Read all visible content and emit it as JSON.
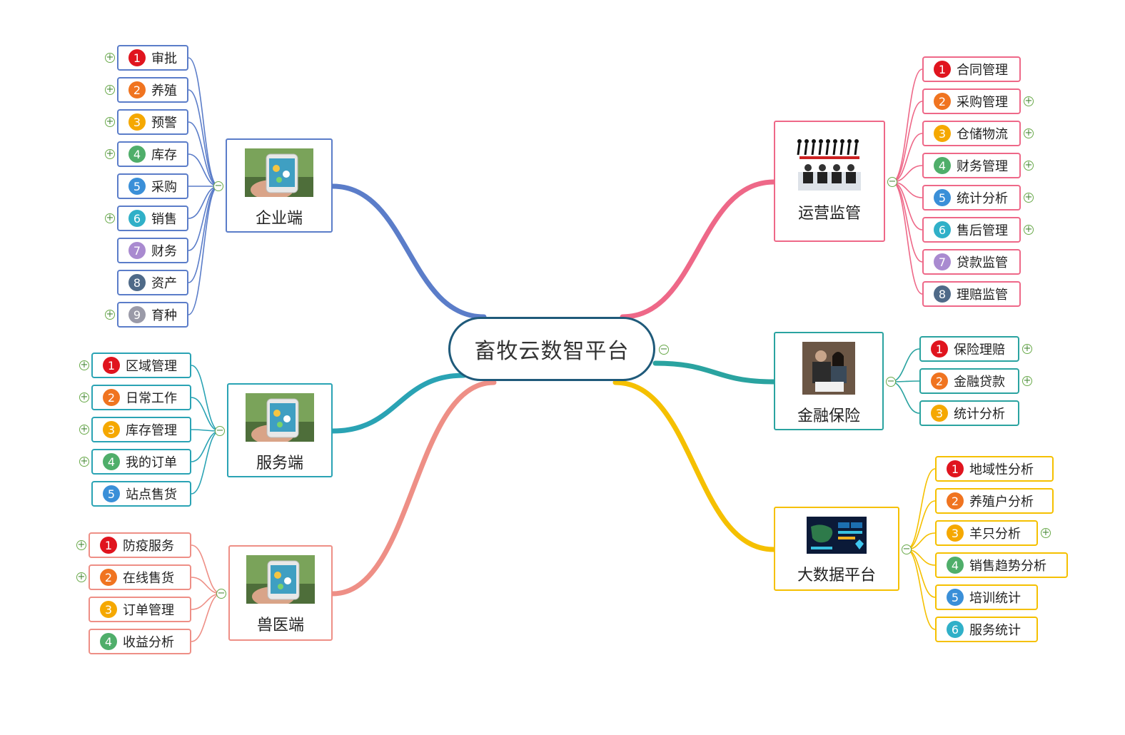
{
  "title": "畜牧云数智平台",
  "colors": {
    "center_border": "#1f5a7a",
    "num": [
      "#e0141e",
      "#f07420",
      "#f5a800",
      "#4fae6a",
      "#3a8fd8",
      "#30b0c8",
      "#a98ad0",
      "#4f6a88",
      "#9a9aa8"
    ],
    "expand_toggle": "#6aaa4a"
  },
  "branches": [
    {
      "id": "enterprise",
      "label": "企业端",
      "color": "#5b7dc9",
      "image": "phone-in-hand-image",
      "children": [
        {
          "n": "1",
          "label": "审批",
          "expand": true
        },
        {
          "n": "2",
          "label": "养殖",
          "expand": true
        },
        {
          "n": "3",
          "label": "预警",
          "expand": true
        },
        {
          "n": "4",
          "label": "库存",
          "expand": true
        },
        {
          "n": "5",
          "label": "采购",
          "expand": false
        },
        {
          "n": "6",
          "label": "销售",
          "expand": true
        },
        {
          "n": "7",
          "label": "财务",
          "expand": false
        },
        {
          "n": "8",
          "label": "资产",
          "expand": false
        },
        {
          "n": "9",
          "label": "育种",
          "expand": true
        }
      ]
    },
    {
      "id": "service",
      "label": "服务端",
      "color": "#2aa3b4",
      "image": "phone-in-hand-image",
      "children": [
        {
          "n": "1",
          "label": "区域管理",
          "expand": true
        },
        {
          "n": "2",
          "label": "日常工作",
          "expand": true
        },
        {
          "n": "3",
          "label": "库存管理",
          "expand": true
        },
        {
          "n": "4",
          "label": "我的订单",
          "expand": true
        },
        {
          "n": "5",
          "label": "站点售货",
          "expand": false
        }
      ]
    },
    {
      "id": "vet",
      "label": "兽医端",
      "color": "#ee8f86",
      "image": "phone-in-hand-image",
      "children": [
        {
          "n": "1",
          "label": "防疫服务",
          "expand": true
        },
        {
          "n": "2",
          "label": "在线售货",
          "expand": true
        },
        {
          "n": "3",
          "label": "订单管理",
          "expand": false
        },
        {
          "n": "4",
          "label": "收益分析",
          "expand": false
        }
      ]
    },
    {
      "id": "operations",
      "label": "运营监管",
      "color": "#ee6888",
      "image": "business-team-image",
      "children": [
        {
          "n": "1",
          "label": "合同管理",
          "expand": false
        },
        {
          "n": "2",
          "label": "采购管理",
          "expand": true
        },
        {
          "n": "3",
          "label": "仓储物流",
          "expand": true
        },
        {
          "n": "4",
          "label": "财务管理",
          "expand": true
        },
        {
          "n": "5",
          "label": "统计分析",
          "expand": true
        },
        {
          "n": "6",
          "label": "售后管理",
          "expand": true
        },
        {
          "n": "7",
          "label": "贷款监管",
          "expand": false
        },
        {
          "n": "8",
          "label": "理赔监管",
          "expand": false
        }
      ]
    },
    {
      "id": "finance",
      "label": "金融保险",
      "color": "#2aa3a0",
      "image": "people-meeting-image",
      "children": [
        {
          "n": "1",
          "label": "保险理赔",
          "expand": true
        },
        {
          "n": "2",
          "label": "金融贷款",
          "expand": true
        },
        {
          "n": "3",
          "label": "统计分析",
          "expand": false
        }
      ]
    },
    {
      "id": "bigdata",
      "label": "大数据平台",
      "color": "#f5c000",
      "image": "dashboard-screen-image",
      "children": [
        {
          "n": "1",
          "label": "地域性分析",
          "expand": false
        },
        {
          "n": "2",
          "label": "养殖户分析",
          "expand": false
        },
        {
          "n": "3",
          "label": "羊只分析",
          "expand": true
        },
        {
          "n": "4",
          "label": "销售趋势分析",
          "expand": false
        },
        {
          "n": "5",
          "label": "培训统计",
          "expand": false
        },
        {
          "n": "6",
          "label": "服务统计",
          "expand": false
        }
      ]
    }
  ]
}
